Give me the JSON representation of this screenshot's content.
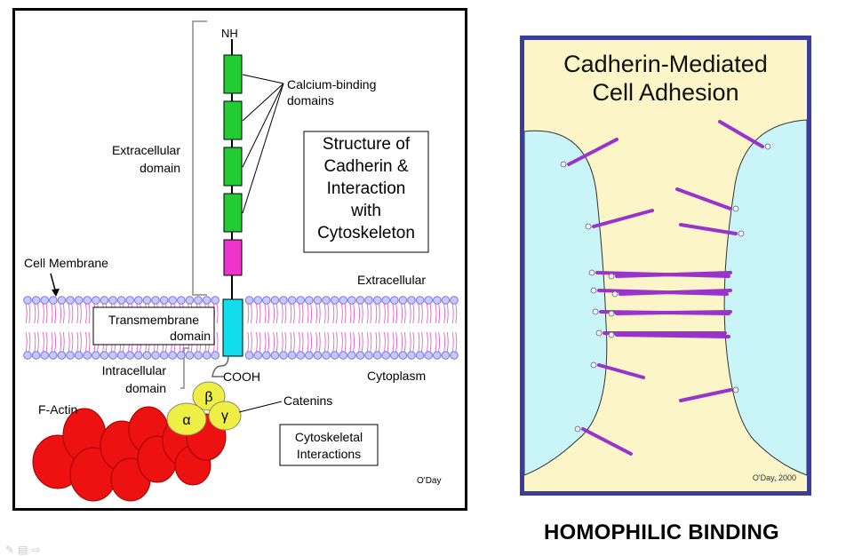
{
  "left_diagram": {
    "nh_label": "NH",
    "calcium_label_line1": "Calcium-binding",
    "calcium_label_line2": "domains",
    "extracellular_domain_line1": "Extracellular",
    "extracellular_domain_line2": "domain",
    "structure_box_lines": [
      "Structure of",
      "Cadherin &",
      "Interaction",
      "with",
      "Cytoskeleton"
    ],
    "cell_membrane_label": "Cell Membrane",
    "extracellular_label": "Extracellular",
    "transmembrane_line1": "Transmembrane",
    "transmembrane_line2": "domain",
    "intracellular_line1": "Intracellular",
    "intracellular_line2": "domain",
    "cooh_label": "COOH",
    "cytoplasm_label": "Cytoplasm",
    "catenins_label": "Catenins",
    "factin_label": "F-Actin",
    "cytoskeletal_line1": "Cytoskeletal",
    "cytoskeletal_line2": "Interactions",
    "beta_symbol": "β",
    "alpha_symbol": "α",
    "gamma_symbol": "γ",
    "credit": "O'Day"
  },
  "right_diagram": {
    "title_line1": "Cadherin-Mediated",
    "title_line2": "Cell Adhesion",
    "credit": "O'Day, 2000"
  },
  "footer": {
    "caption": "HOMOPHILIC BINDING"
  },
  "colors": {
    "domain_green": "#22cc33",
    "domain_magenta": "#ee33cc",
    "transmembrane_cyan": "#11ddee",
    "membrane_lavender": "#9d9df0",
    "membrane_tail_pink": "#dd66cc",
    "catenin_yellow": "#eeee44",
    "actin_red": "#ee1111",
    "cell_cyan": "#c9f5f8",
    "cadherin_purple": "#9933cc",
    "frame_navy": "#3a3d9c",
    "background_cream": "#fbf5c7"
  }
}
